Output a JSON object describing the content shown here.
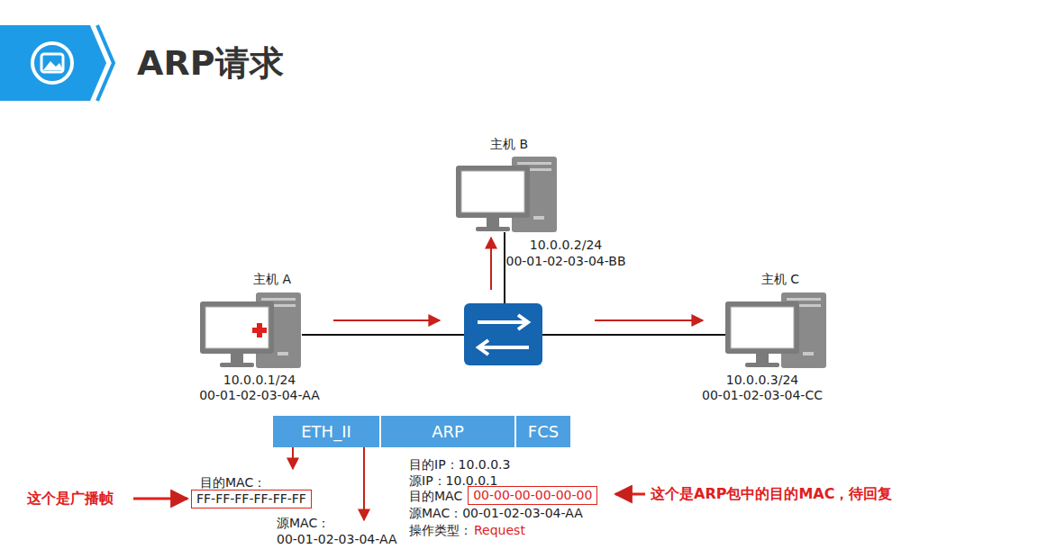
{
  "diagram": {
    "title": "ARP请求",
    "nodes": [
      {
        "text": [
          "主机 A",
          "10.0.0.1/24",
          "00-01-02-03-04-AA"
        ]
      },
      {
        "text": [
          "主机 B",
          "10.0.0.2/24",
          "00-01-02-03-04-BB"
        ]
      },
      {
        "text": [
          "主机 C",
          "10.0.0.3/24",
          "00-01-02-03-04-CC"
        ]
      },
      {
        "text": [
          "ETH_II"
        ]
      },
      {
        "text": [
          "ARP"
        ]
      },
      {
        "text": [
          "FCS"
        ]
      },
      {
        "text": [
          "FF-FF-FF-FF-FF-FF"
        ]
      },
      {
        "text": [
          "00-00-00-00-00-00"
        ]
      }
    ],
    "labels": [
      "目的MAC：",
      "源MAC：",
      "00-01-02-03-04-AA",
      "目的IP：10.0.0.3",
      "源IP：10.0.0.1",
      "目的MAC",
      "源MAC：00-01-02-03-04-AA",
      "操作类型：",
      "Request",
      "这个是广播帧",
      "这个是ARP包中的目的MAC，待回复"
    ]
  }
}
